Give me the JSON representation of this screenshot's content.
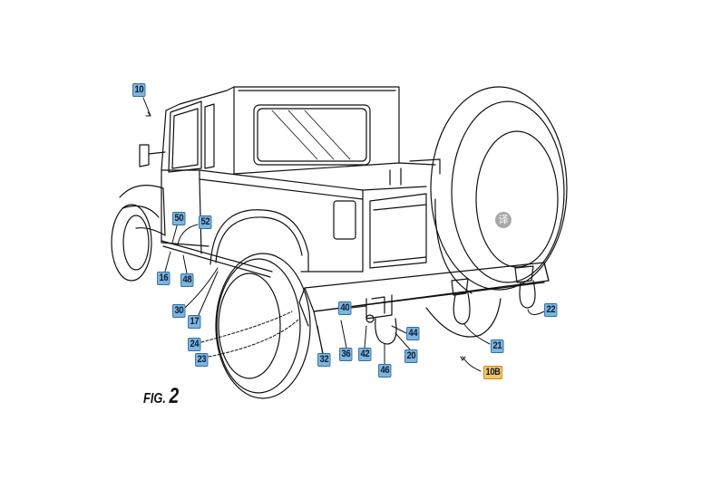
{
  "figure": {
    "title_prefix": "FIG.",
    "title_number": "2"
  },
  "reference_labels": [
    {
      "id": "10",
      "target": "vehicle",
      "highlighted": false
    },
    {
      "id": "50",
      "target": "side-step-bracket",
      "highlighted": false
    },
    {
      "id": "52",
      "target": "side-step-mount",
      "highlighted": false
    },
    {
      "id": "16",
      "target": "side-rail",
      "highlighted": false
    },
    {
      "id": "48",
      "target": "step-bracket",
      "highlighted": false
    },
    {
      "id": "30",
      "target": "frame",
      "highlighted": false
    },
    {
      "id": "17",
      "target": "rear-frame-section",
      "highlighted": false
    },
    {
      "id": "24",
      "target": "frame-rail",
      "highlighted": false
    },
    {
      "id": "23",
      "target": "frame-rail-end",
      "highlighted": false
    },
    {
      "id": "32",
      "target": "bumper-end",
      "highlighted": false
    },
    {
      "id": "36",
      "target": "rear-bumper",
      "highlighted": false
    },
    {
      "id": "40",
      "target": "hitch-receiver",
      "highlighted": false
    },
    {
      "id": "42",
      "target": "hitch-pin",
      "highlighted": false
    },
    {
      "id": "46",
      "target": "d-ring-shackle",
      "highlighted": false
    },
    {
      "id": "44",
      "target": "hitch-bracket",
      "highlighted": false
    },
    {
      "id": "20",
      "target": "tow-hook-assembly",
      "highlighted": false
    },
    {
      "id": "21",
      "target": "left-tow-shackle",
      "highlighted": false
    },
    {
      "id": "22",
      "target": "right-tow-shackle",
      "highlighted": false
    },
    {
      "id": "10B",
      "target": "rear-view-direction",
      "highlighted": true
    }
  ],
  "overlay": {
    "translate_badge": "译"
  },
  "colors": {
    "label_fill": "#7fb4dd",
    "label_border": "#2b6ea6",
    "highlight_fill": "#f5c36a",
    "line": "#111111"
  }
}
